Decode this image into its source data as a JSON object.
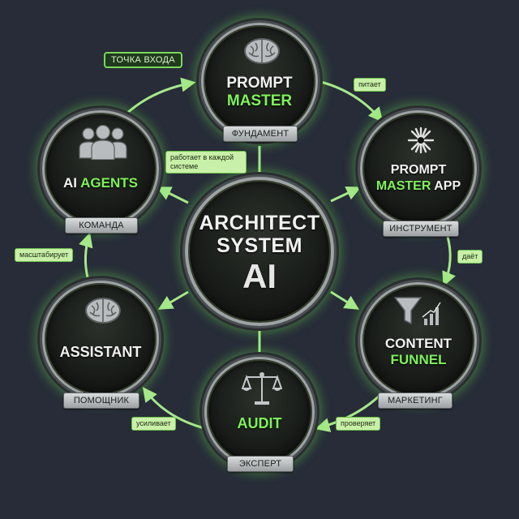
{
  "center": {
    "line1": "ARCHITECT",
    "line2": "SYSTEM",
    "line3": "AI"
  },
  "nodes": {
    "prompt_master": {
      "title_line1": "PROMPT",
      "title_line2": "MASTER",
      "label": "ФУНДАМЕНТ",
      "icon": "brain-icon"
    },
    "prompt_master_app": {
      "title_line1": "PROMPT",
      "title_green": "MASTER",
      "title_white": "APP",
      "label": "ИНСТРУМЕНТ",
      "icon": "burst-icon"
    },
    "content_funnel": {
      "title_line1": "CONTENT",
      "title_line2": "FUNNEL",
      "label": "МАРКЕТИНГ",
      "icon": "funnel-chart-icon"
    },
    "audit": {
      "title": "AUDIT",
      "label": "ЭКСПЕРТ",
      "icon": "scales-icon"
    },
    "assistant": {
      "title": "ASSISTANT",
      "label": "ПОМОЩНИК",
      "icon": "brain-icon"
    },
    "ai_agents": {
      "title_white": "AI",
      "title_green": "AGENTS",
      "label": "КОМАНДА",
      "icon": "team-icon"
    }
  },
  "edge_labels": {
    "entry_point": "ТОЧКА ВХОДА",
    "feeds": "питает",
    "gives": "даёт",
    "checks": "проверяет",
    "enhances": "усиливает",
    "scales": "масштабирует",
    "works_everywhere": "работает в каждой системе"
  },
  "colors": {
    "background": "#272c38",
    "accent_green": "#7ff25a",
    "arrow_green": "#a6e88a",
    "chrome": "#9ea3a6"
  }
}
